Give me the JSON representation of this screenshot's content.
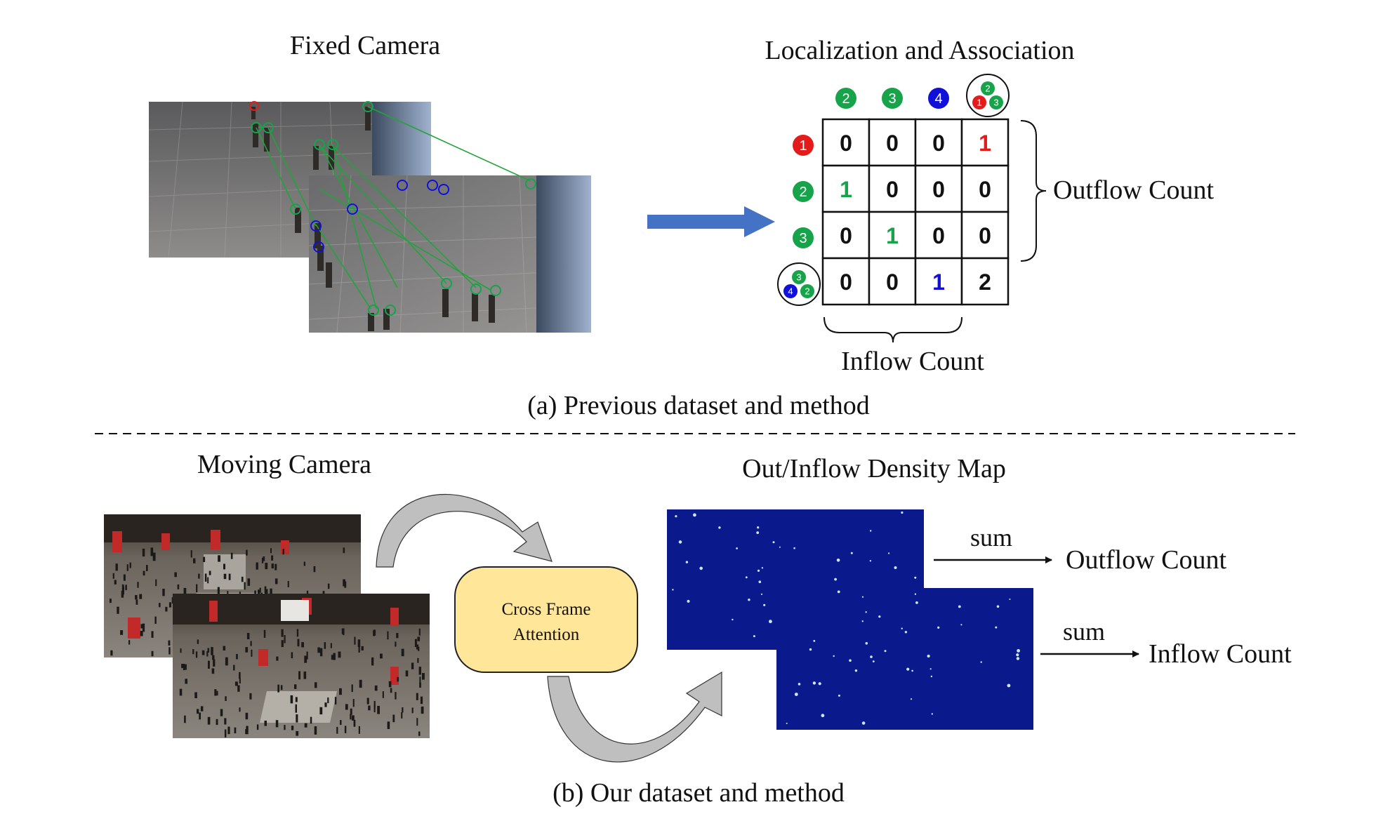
{
  "colors": {
    "red": "#e31b1b",
    "green": "#16a34a",
    "blue": "#1010d8",
    "arrow_blue": "#4472c4",
    "attention_fill": "#ffe699",
    "density_bg": "#0a1a8c",
    "curve_arrow": "#bfbfbf"
  },
  "top": {
    "left_title": "Fixed Camera",
    "right_title": "Localization and Association",
    "caption": "(a) Previous dataset and method",
    "matrix": {
      "col_headers": [
        {
          "ids": [
            "2"
          ],
          "colors": [
            "green"
          ]
        },
        {
          "ids": [
            "3"
          ],
          "colors": [
            "green"
          ]
        },
        {
          "ids": [
            "4"
          ],
          "colors": [
            "blue"
          ]
        },
        {
          "ids": [
            "2",
            "1",
            "3"
          ],
          "colors": [
            "green",
            "red",
            "green"
          ]
        }
      ],
      "row_headers": [
        {
          "ids": [
            "1"
          ],
          "colors": [
            "red"
          ]
        },
        {
          "ids": [
            "2"
          ],
          "colors": [
            "green"
          ]
        },
        {
          "ids": [
            "3"
          ],
          "colors": [
            "green"
          ]
        },
        {
          "ids": [
            "3",
            "4",
            "2"
          ],
          "colors": [
            "green",
            "blue",
            "green"
          ]
        }
      ],
      "cells": [
        [
          {
            "v": "0",
            "c": "black"
          },
          {
            "v": "0",
            "c": "black"
          },
          {
            "v": "0",
            "c": "black"
          },
          {
            "v": "1",
            "c": "red"
          }
        ],
        [
          {
            "v": "1",
            "c": "green"
          },
          {
            "v": "0",
            "c": "black"
          },
          {
            "v": "0",
            "c": "black"
          },
          {
            "v": "0",
            "c": "black"
          }
        ],
        [
          {
            "v": "0",
            "c": "black"
          },
          {
            "v": "1",
            "c": "green"
          },
          {
            "v": "0",
            "c": "black"
          },
          {
            "v": "0",
            "c": "black"
          }
        ],
        [
          {
            "v": "0",
            "c": "black"
          },
          {
            "v": "0",
            "c": "black"
          },
          {
            "v": "1",
            "c": "blue"
          },
          {
            "v": "2",
            "c": "black"
          }
        ]
      ],
      "outflow_label": "Outflow Count",
      "inflow_label": "Inflow Count"
    }
  },
  "bottom": {
    "left_title": "Moving Camera",
    "module_label_line1": "Cross Frame",
    "module_label_line2": "Attention",
    "right_title": "Out/Inflow Density Map",
    "sum_label_1": "sum",
    "sum_label_2": "sum",
    "outflow_label": "Outflow Count",
    "inflow_label": "Inflow Count",
    "caption": "(b) Our dataset and method"
  }
}
